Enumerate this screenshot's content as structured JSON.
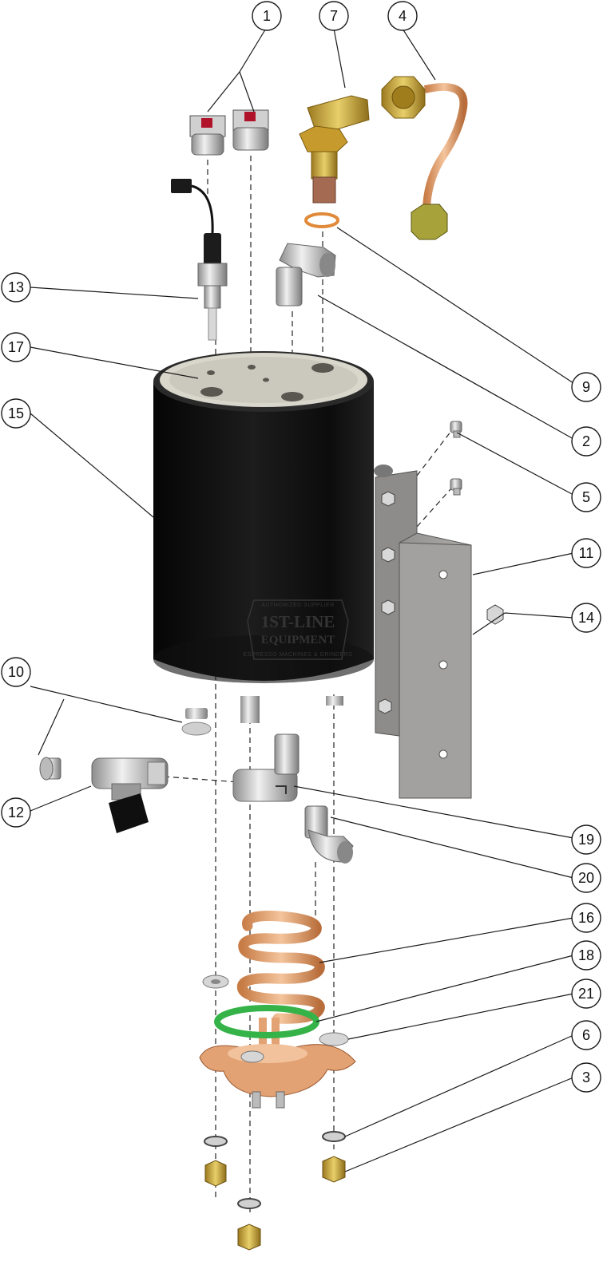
{
  "watermark": {
    "line1": "1ST-LINE",
    "line2": "EQUIPMENT",
    "top_text": "AUTHORIZED SUPPLIER",
    "bottom_text": "ESPRESSO MACHINES & GRINDERS"
  },
  "callouts": [
    {
      "id": "c1",
      "label": "1"
    },
    {
      "id": "c7",
      "label": "7"
    },
    {
      "id": "c4",
      "label": "4"
    },
    {
      "id": "c13",
      "label": "13"
    },
    {
      "id": "c17",
      "label": "17"
    },
    {
      "id": "c15",
      "label": "15"
    },
    {
      "id": "c9",
      "label": "9"
    },
    {
      "id": "c2",
      "label": "2"
    },
    {
      "id": "c5",
      "label": "5"
    },
    {
      "id": "c11",
      "label": "11"
    },
    {
      "id": "c14",
      "label": "14"
    },
    {
      "id": "c10",
      "label": "10"
    },
    {
      "id": "c12",
      "label": "12"
    },
    {
      "id": "c19",
      "label": "19"
    },
    {
      "id": "c20",
      "label": "20"
    },
    {
      "id": "c16",
      "label": "16"
    },
    {
      "id": "c18",
      "label": "18"
    },
    {
      "id": "c21",
      "label": "21"
    },
    {
      "id": "c6",
      "label": "6"
    },
    {
      "id": "c3",
      "label": "3"
    }
  ],
  "colors": {
    "boiler_body": "#121212",
    "boiler_lid": "#d9d6cc",
    "bracket": "#9c9a98",
    "copper": "#e3a273",
    "brass": "#c9a63a",
    "gasket_green": "#35b248",
    "gasket_orange": "#e08a3a",
    "chrome": "#c8c8c8"
  }
}
